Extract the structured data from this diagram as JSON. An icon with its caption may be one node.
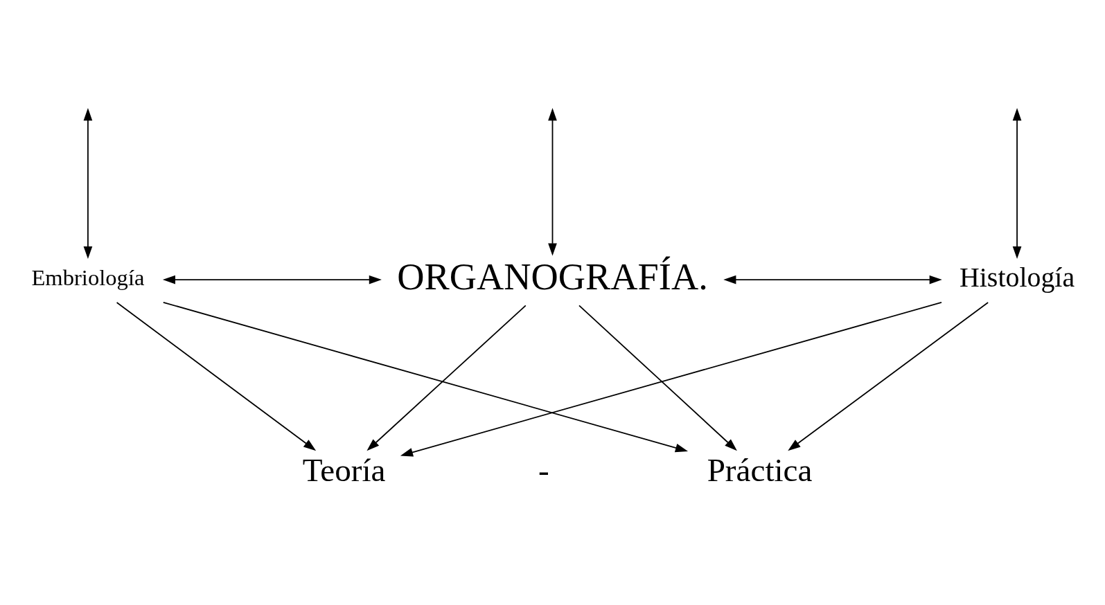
{
  "diagram": {
    "nodes": [
      {
        "text": [
          "Embriología"
        ]
      },
      {
        "text": [
          "ORGANOGRAFÍA."
        ]
      },
      {
        "text": [
          "Histología"
        ]
      },
      {
        "text": [
          "Teoría"
        ]
      },
      {
        "text": [
          "Práctica"
        ]
      }
    ],
    "edges": [
      {
        "from": null,
        "to": 0,
        "arrow": "both"
      },
      {
        "from": null,
        "to": 1,
        "arrow": "both"
      },
      {
        "from": null,
        "to": 2,
        "arrow": "both"
      },
      {
        "from": 0,
        "to": 1,
        "arrow": "both"
      },
      {
        "from": 1,
        "to": 2,
        "arrow": "both"
      },
      {
        "from": 0,
        "to": 3,
        "arrow": "to"
      },
      {
        "from": 0,
        "to": 4,
        "arrow": "to"
      },
      {
        "from": 1,
        "to": 3,
        "arrow": "to"
      },
      {
        "from": 1,
        "to": 4,
        "arrow": "to"
      },
      {
        "from": 2,
        "to": 3,
        "arrow": "to"
      },
      {
        "from": 2,
        "to": 4,
        "arrow": "to"
      }
    ],
    "labels": [
      "-"
    ]
  }
}
